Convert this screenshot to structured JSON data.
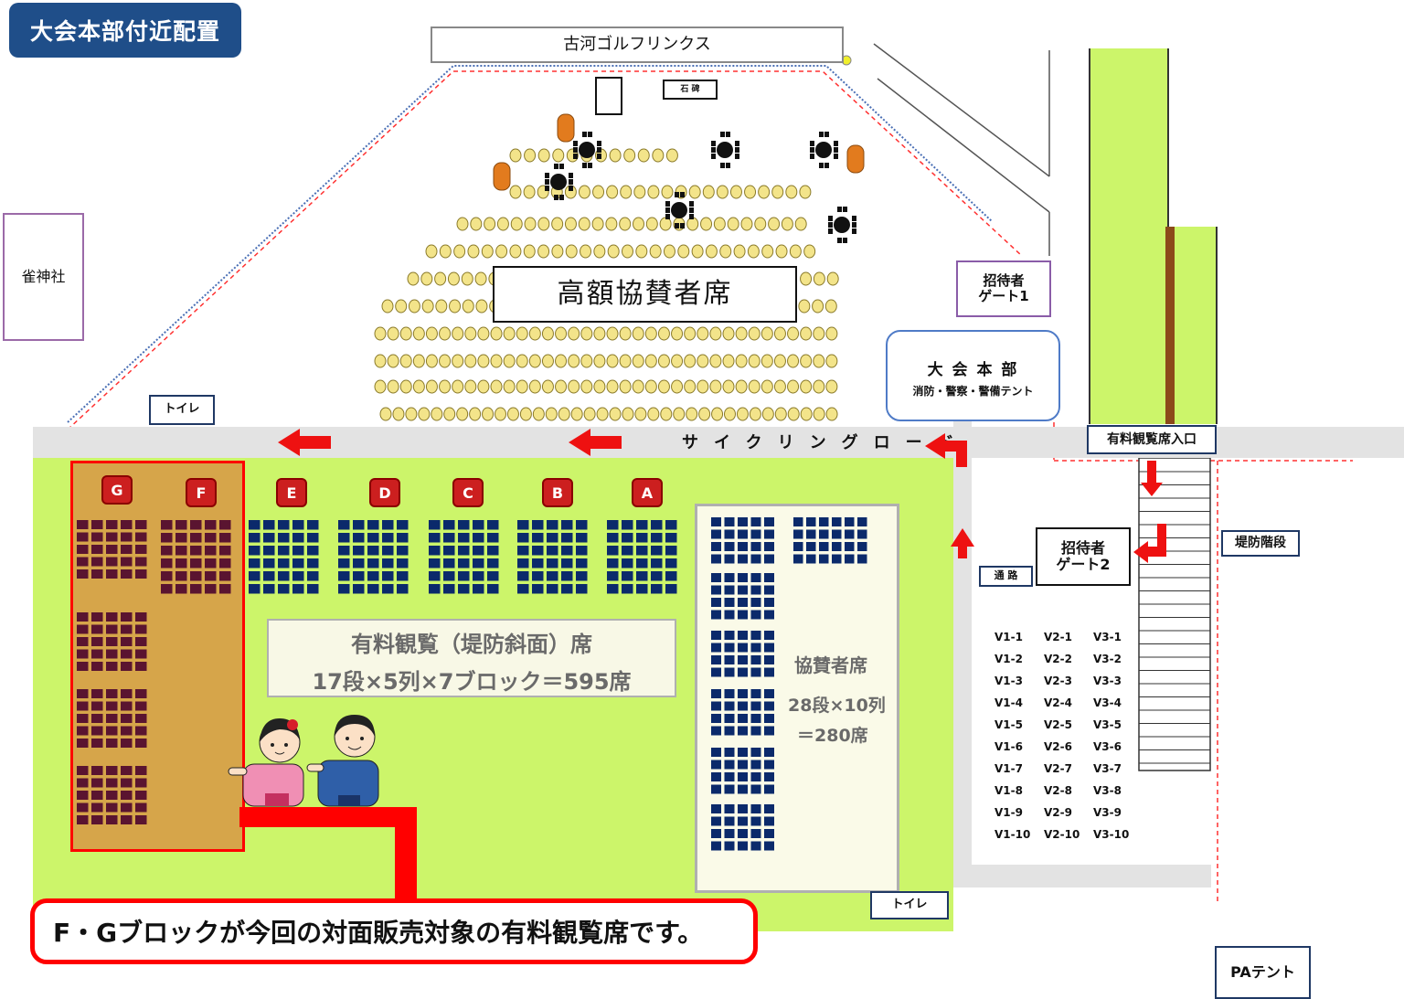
{
  "title": "大会本部付近配置",
  "labels": {
    "golf": "古河ゴルフリンクス",
    "stone": "石 碑",
    "shrine": "雀神社",
    "toilet_left": "トイレ",
    "toilet_right": "トイレ",
    "premium_seats": "高額協賛者席",
    "gate1_line1": "招待者",
    "gate1_line2": "ゲート1",
    "hq_title": "大 会 本 部",
    "hq_sub": "消防・警察・警備テント",
    "road": "サイクリングロード",
    "paid_entrance": "有料観覧席入口",
    "gate2_line1": "招待者",
    "gate2_line2": "ゲート2",
    "passage": "通 路",
    "embankment_stairs": "堤防階段",
    "pa_tent": "PAテント"
  },
  "blocks": [
    "G",
    "F",
    "E",
    "D",
    "C",
    "B",
    "A"
  ],
  "paid_info": {
    "line1": "有料観覧（堤防斜面）席",
    "line2": "17段×5列×7ブロック＝595席"
  },
  "sponsor_info": {
    "label": "協賛者席",
    "line1": "28段×10列",
    "line2": "＝280席"
  },
  "v_columns": [
    [
      "V1-1",
      "V1-2",
      "V1-3",
      "V1-4",
      "V1-5",
      "V1-6",
      "V1-7",
      "V1-8",
      "V1-9",
      "V1-10"
    ],
    [
      "V2-1",
      "V2-2",
      "V2-3",
      "V2-4",
      "V2-5",
      "V2-6",
      "V2-7",
      "V2-8",
      "V2-9",
      "V2-10"
    ],
    [
      "V3-1",
      "V3-2",
      "V3-3",
      "V3-4",
      "V3-5",
      "V3-6",
      "V3-7",
      "V3-8",
      "V3-9",
      "V3-10"
    ]
  ],
  "callout": "F・Gブロックが今回の対面販売対象の有料観覧席です。",
  "colors": {
    "title_bg": "#1f4e89",
    "field_green": "#ccf56a",
    "fg_area": "#d6a54a",
    "highlight_red": "#ff0000",
    "seat_navy": "#0b2a6b",
    "seat_maroon": "#5a1430",
    "seat_yellow": "#f3e48a"
  }
}
